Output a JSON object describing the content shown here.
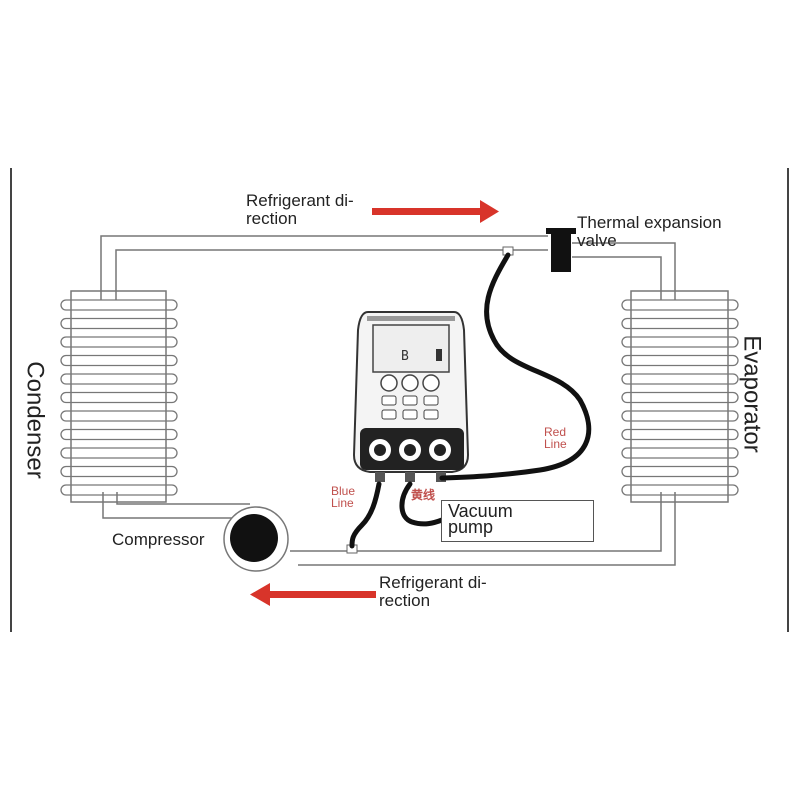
{
  "diagram": {
    "labels": {
      "refrigerant_top_line1": "Refrigerant di-",
      "refrigerant_top_line2": "rection",
      "refrigerant_bottom_line1": "Refrigerant di-",
      "refrigerant_bottom_line2": "rection",
      "thermal_line1": "Thermal expansion",
      "thermal_line2": "valve",
      "condenser": "Condenser",
      "evaporator": "Evaporator",
      "compressor": "Compressor",
      "vacuum_line1": "Vacuum",
      "vacuum_line2": "pump",
      "blue_line1": "Blue",
      "blue_line2": "Line",
      "red_line1": "Red",
      "red_line2": "Line",
      "yellow_line": "黄线"
    },
    "colors": {
      "arrow": "#d8342a",
      "hose": "#111111",
      "pipe": "#777777",
      "hose_label": "#c0504d"
    }
  }
}
